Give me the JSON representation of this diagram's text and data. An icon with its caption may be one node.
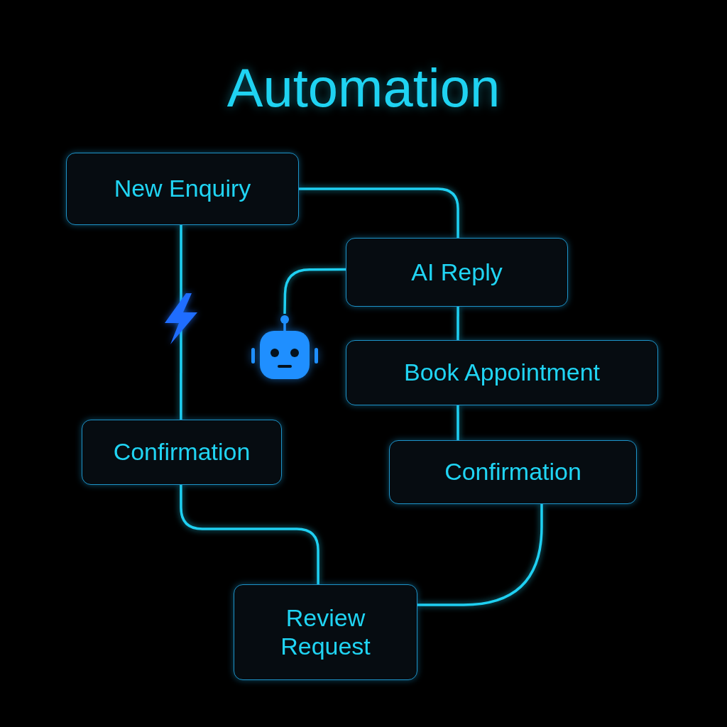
{
  "diagram": {
    "title": "Automation",
    "nodes": [
      {
        "text": [
          "New Enquiry"
        ]
      },
      {
        "text": [
          "AI Reply"
        ]
      },
      {
        "text": [
          "Book Appointment"
        ]
      },
      {
        "text": [
          "Confirmation"
        ]
      },
      {
        "text": [
          "Confirmation"
        ]
      },
      {
        "text": [
          "Review Request"
        ]
      },
      {
        "text": [],
        "shape": "robot"
      }
    ],
    "edges": [
      {
        "from": 0,
        "to": 1,
        "arrow": "none"
      },
      {
        "from": 1,
        "to": 2,
        "arrow": "none"
      },
      {
        "from": 2,
        "to": 4,
        "arrow": "none"
      },
      {
        "from": 0,
        "to": 3,
        "arrow": "none"
      },
      {
        "from": 3,
        "to": 5,
        "arrow": "none"
      },
      {
        "from": 4,
        "to": 5,
        "arrow": "none"
      },
      {
        "from": 1,
        "to": 6,
        "arrow": "none"
      }
    ]
  }
}
